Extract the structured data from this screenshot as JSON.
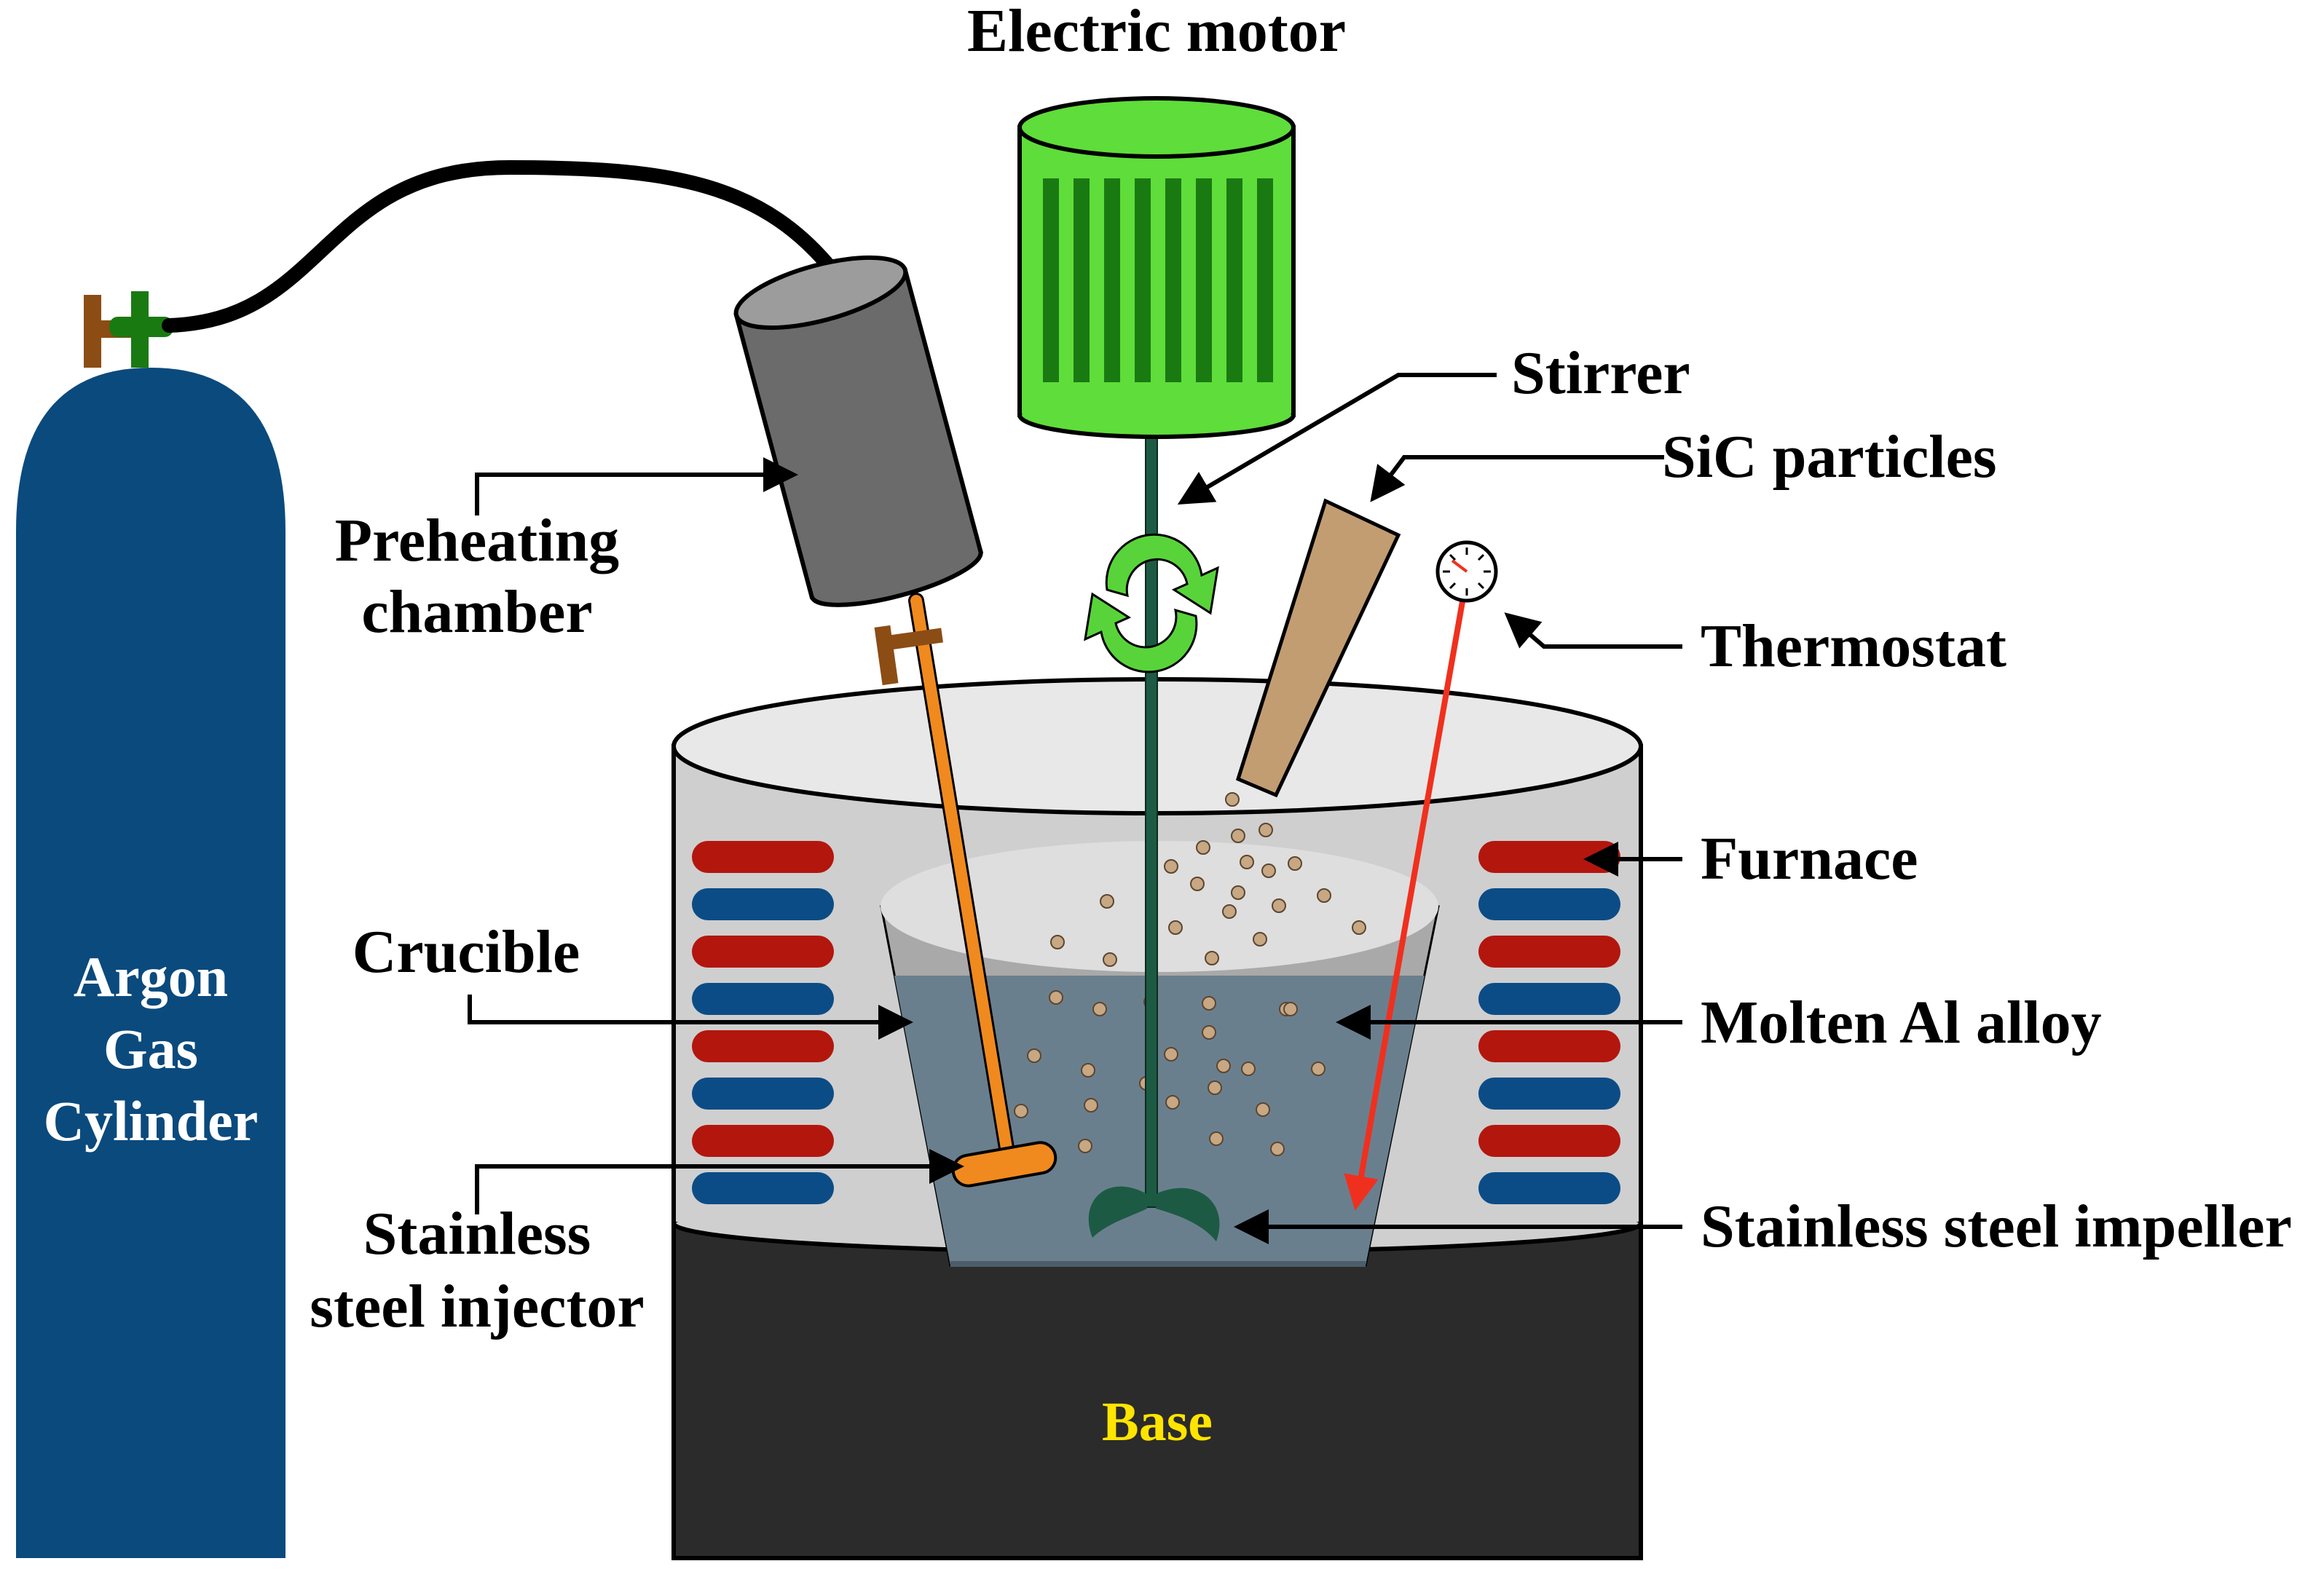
{
  "labels": {
    "electric_motor": "Electric motor",
    "stirrer": "Stirrer",
    "sic_particles": "SiC particles",
    "thermostat": "Thermostat",
    "furnace": "Furnace",
    "molten_al_alloy": "Molten Al alloy",
    "stainless_steel_impeller": "Stainless steel impeller",
    "preheating_chamber_line1": "Preheating",
    "preheating_chamber_line2": "chamber",
    "crucible": "Crucible",
    "stainless_steel_injector_line1": "Stainless",
    "stainless_steel_injector_line2": "steel injector",
    "argon_line1": "Argon",
    "argon_line2": "Gas",
    "argon_line3": "Cylinder",
    "base": "Base"
  },
  "colors": {
    "cylinder": "#0b4a7d",
    "motor": "#5fdd3a",
    "motor_slots": "#1a7a12",
    "preheater": "#6b6b6b",
    "injector": "#f08a1e",
    "stirrer_shaft": "#1d5a44",
    "molten_metal": "#6a7f8e",
    "furnace_hot": "#b3160d",
    "furnace_cold": "#0c4c86",
    "furnace_body": "#cfcfcf",
    "base": "#2b2b2b",
    "base_text": "#ffe400",
    "sic_hopper": "#c29d72",
    "particles": "#c8a783",
    "thermostat_probe": "#f0301e",
    "rotation_arrows": "#58d43a",
    "valve": "#8b4d14",
    "regulator": "#1a7a12"
  }
}
